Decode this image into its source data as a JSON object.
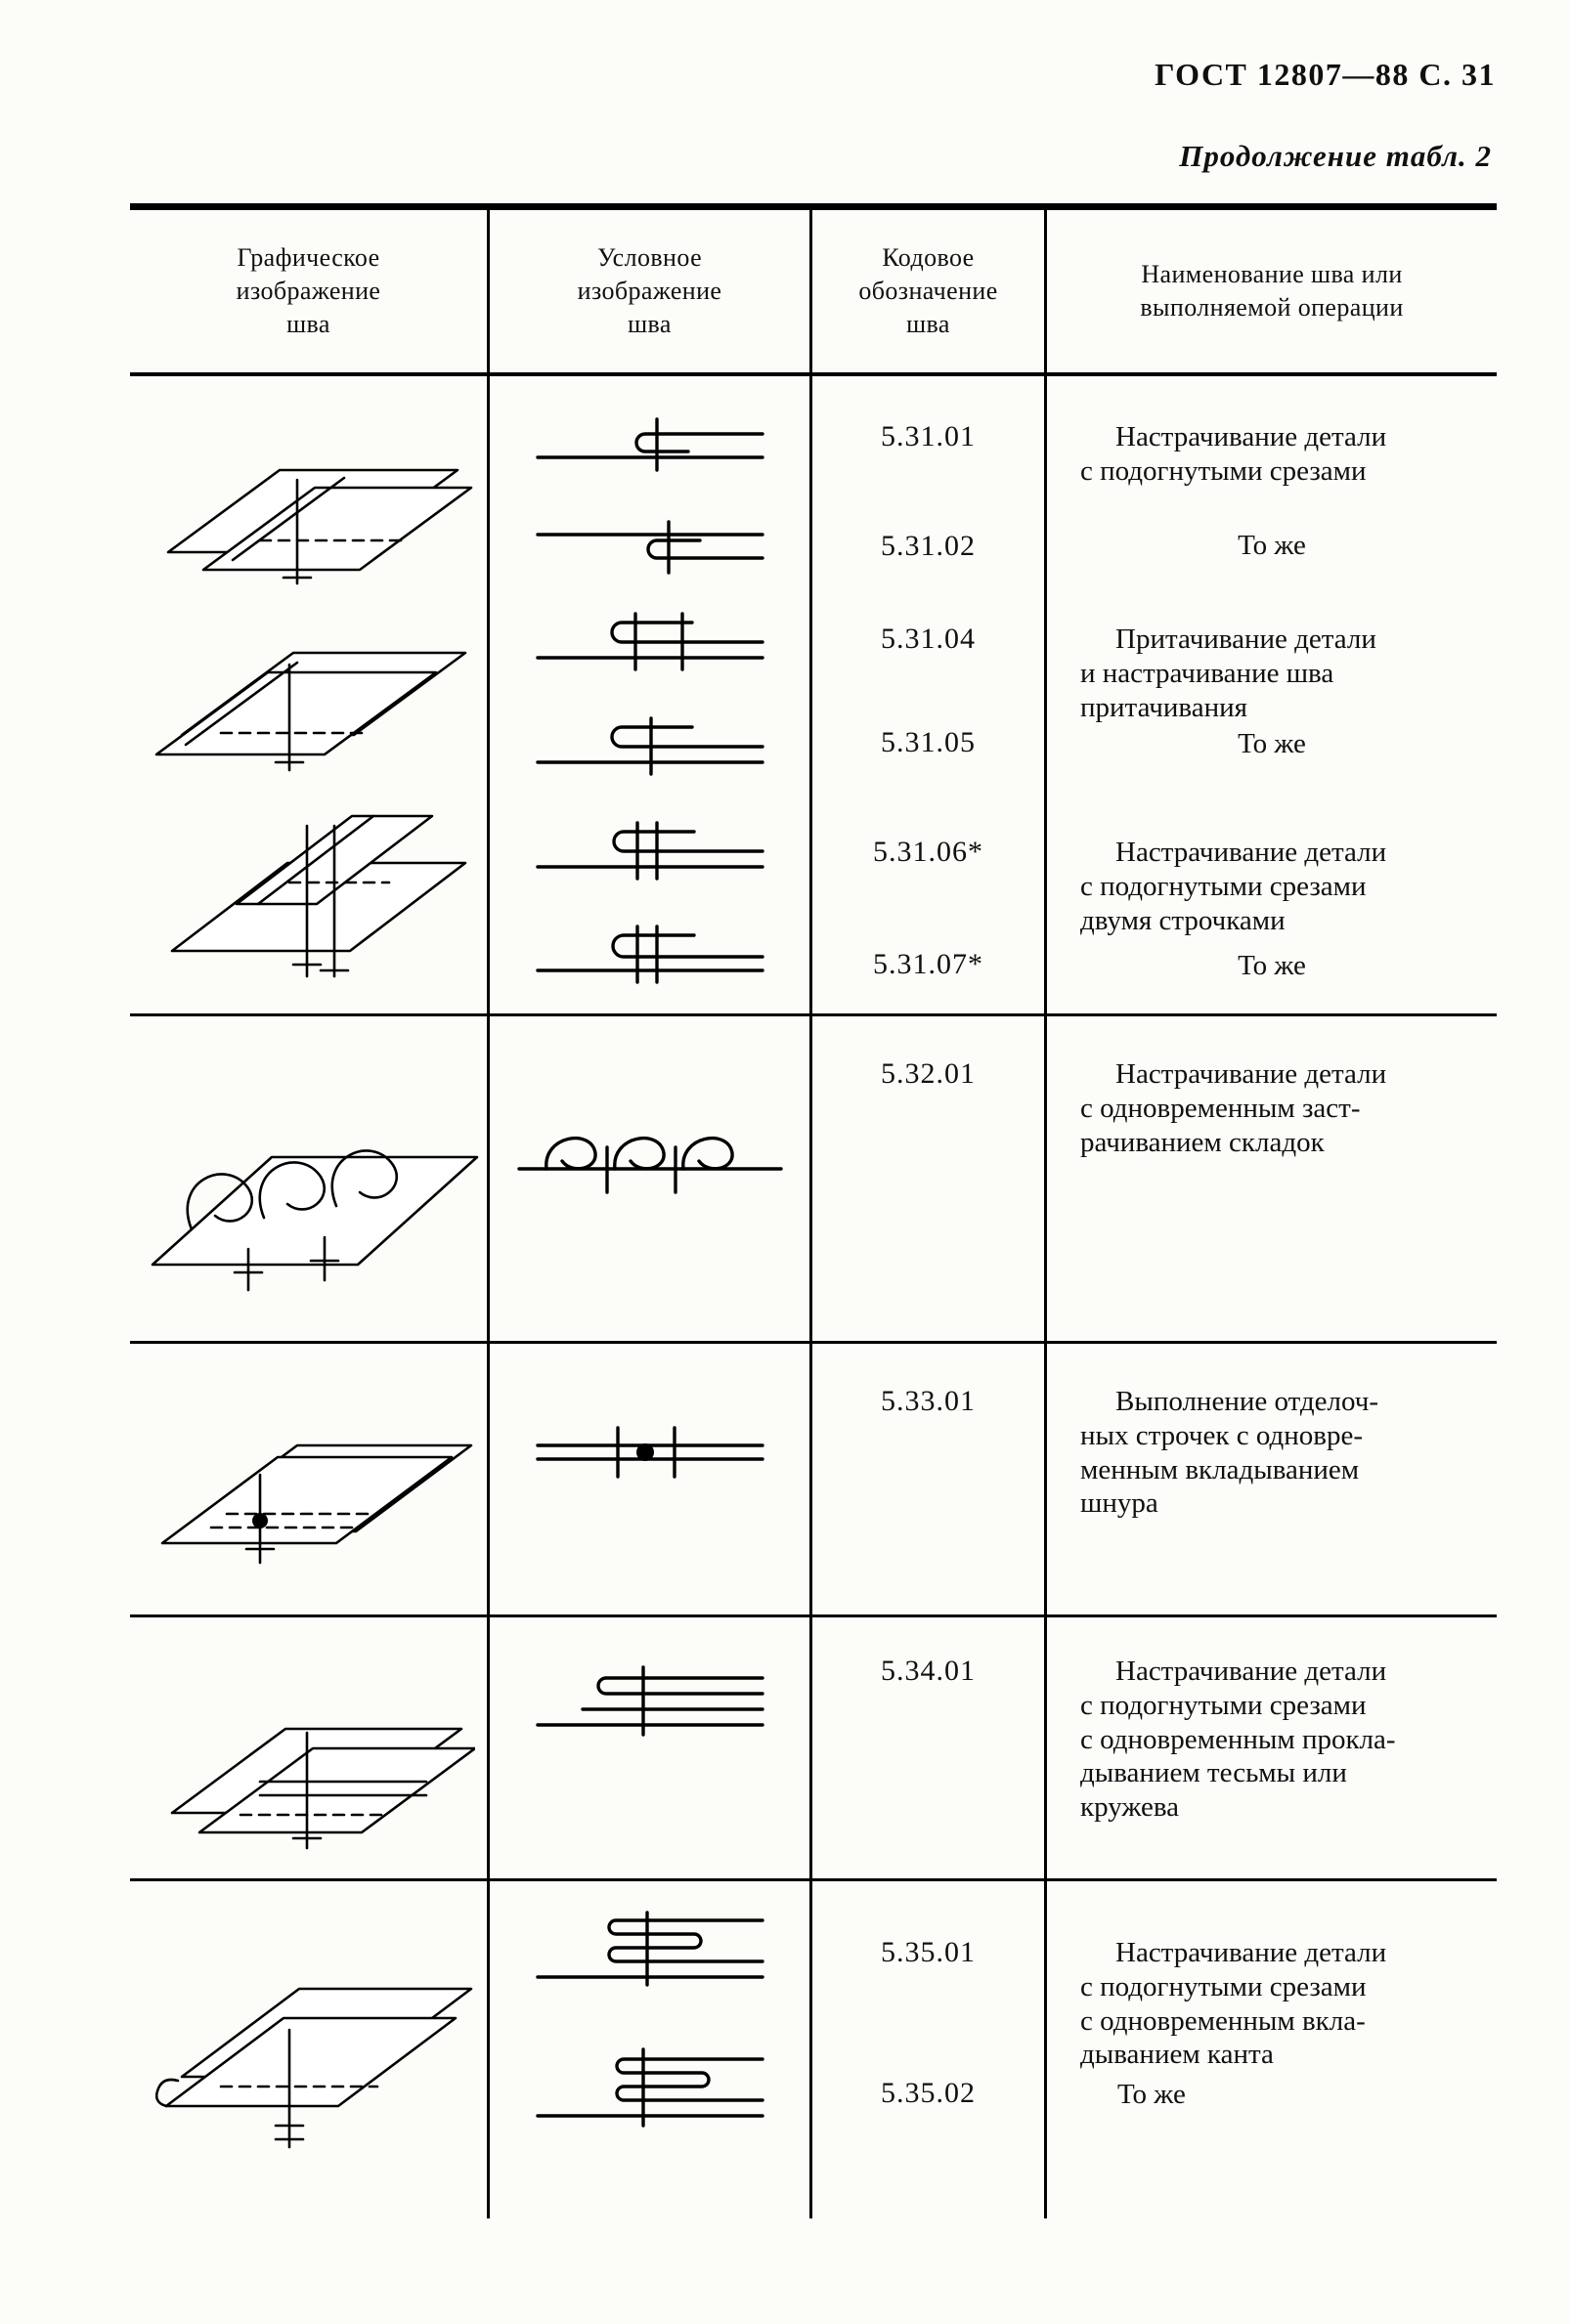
{
  "page": {
    "header": "ГОСТ 12807—88 С. 31",
    "table_caption": "Продолжение табл. 2"
  },
  "table": {
    "columns": [
      "Графическое\nизображение\nшва",
      "Условное\nизображение\nшва",
      "Кодовое\nобозначение\nшва",
      "Наименование шва или\nвыполняемой операции"
    ],
    "groups": [
      {
        "entries": [
          {
            "code": "5.31.01",
            "name": "Настрачивание детали\nс подогнутыми срезами"
          },
          {
            "code": "5.31.02",
            "name": "То же"
          },
          {
            "code": "5.31.04",
            "name": "Притачивание детали\nи настрачивание шва\nпритачивания"
          },
          {
            "code": "5.31.05",
            "name": "То же"
          },
          {
            "code": "5.31.06*",
            "name": "Настрачивание детали\nс подогнутыми срезами\nдвумя строчками"
          },
          {
            "code": "5.31.07*",
            "name": "То же"
          }
        ]
      },
      {
        "entries": [
          {
            "code": "5.32.01",
            "name": "Настрачивание детали\nс одновременным заст-\nрачиванием складок"
          }
        ]
      },
      {
        "entries": [
          {
            "code": "5.33.01",
            "name": "Выполнение отделоч-\nных строчек с одновре-\nменным вкладыванием\nшнура"
          }
        ]
      },
      {
        "entries": [
          {
            "code": "5.34.01",
            "name": "Настрачивание детали\nс подогнутыми срезами\nс одновременным прокла-\nдыванием тесьмы или\nкружева"
          }
        ]
      },
      {
        "entries": [
          {
            "code": "5.35.01",
            "name": "Настрачивание детали\nс подогнутыми срезами\nс одновременным вкла-\nдыванием канта"
          },
          {
            "code": "5.35.02",
            "name": "То же"
          }
        ]
      }
    ],
    "figures": {
      "group_531": [
        "lapped-seam-two-plies-3d",
        "lapped-seam-offset-plies-3d",
        "lapped-seam-folded-strip-3d"
      ],
      "group_532": [
        "pleated-fabric-rolls-3d"
      ],
      "group_533": [
        "plies-with-inlaid-cord-3d"
      ],
      "group_534": [
        "lapped-seam-with-tape-3d"
      ],
      "group_535": [
        "folded-edge-with-piping-3d"
      ]
    },
    "ink_color": "#000000"
  }
}
